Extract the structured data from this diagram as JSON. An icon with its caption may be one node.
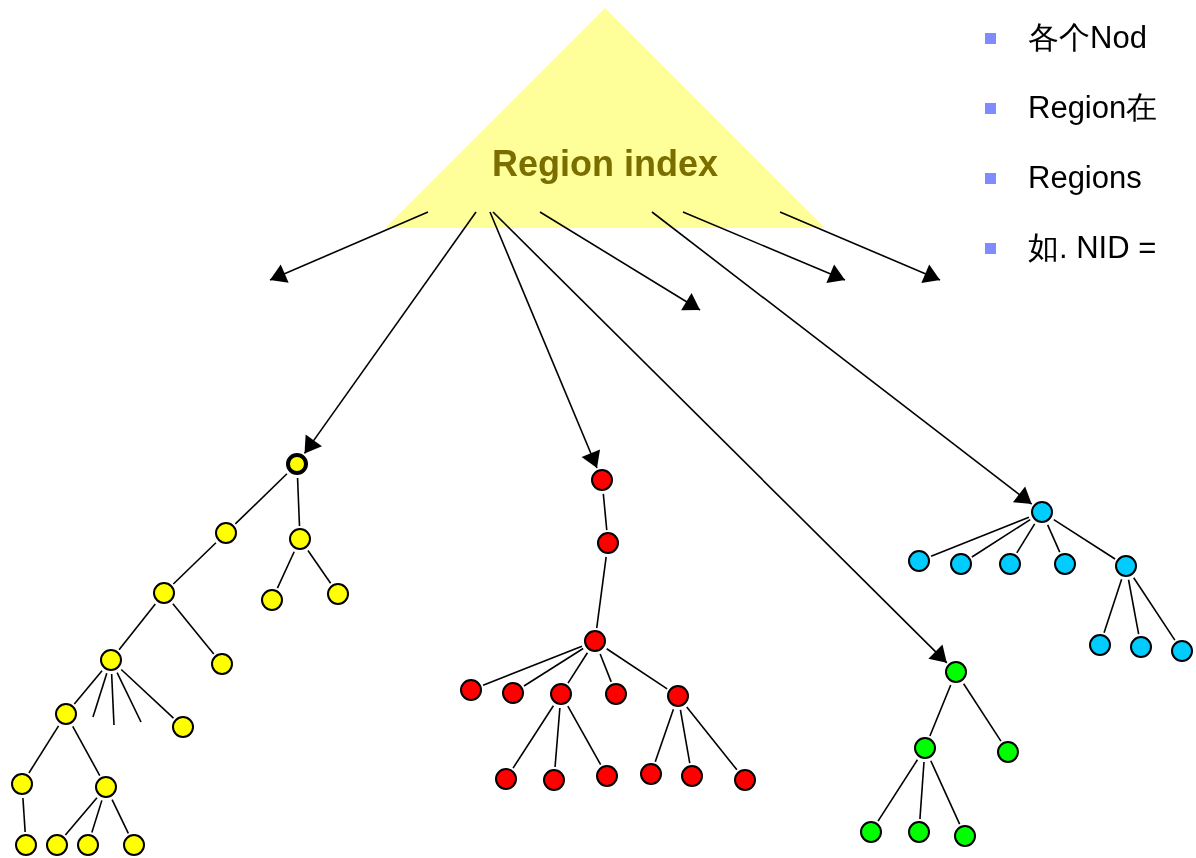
{
  "diagram": {
    "nodes": [
      {
        "text": [
          "Region index"
        ]
      },
      {
        "text": [],
        "shape": "circle"
      },
      {
        "text": [],
        "shape": "circle"
      },
      {
        "text": [],
        "shape": "circle"
      },
      {
        "text": [],
        "shape": "circle"
      },
      {
        "text": [],
        "shape": "circle"
      },
      {
        "text": [],
        "shape": "circle"
      },
      {
        "text": [],
        "shape": "circle"
      },
      {
        "text": [],
        "shape": "circle"
      },
      {
        "text": [],
        "shape": "circle"
      },
      {
        "text": [],
        "shape": "circle"
      },
      {
        "text": [],
        "shape": "circle"
      },
      {
        "text": [],
        "shape": "circle"
      },
      {
        "text": [],
        "shape": "circle"
      },
      {
        "text": [],
        "shape": "circle"
      },
      {
        "text": [],
        "shape": "circle"
      },
      {
        "text": [],
        "shape": "circle"
      },
      {
        "text": [],
        "shape": "circle"
      },
      {
        "text": [],
        "shape": "circle"
      },
      {
        "text": [],
        "shape": "circle"
      },
      {
        "text": [],
        "shape": "circle"
      },
      {
        "text": [],
        "shape": "circle"
      },
      {
        "text": [],
        "shape": "circle"
      },
      {
        "text": [],
        "shape": "circle"
      },
      {
        "text": [],
        "shape": "circle"
      },
      {
        "text": [],
        "shape": "circle"
      },
      {
        "text": [],
        "shape": "circle"
      },
      {
        "text": [],
        "shape": "circle"
      },
      {
        "text": [],
        "shape": "circle"
      },
      {
        "text": [],
        "shape": "circle"
      },
      {
        "text": [],
        "shape": "circle"
      },
      {
        "text": [],
        "shape": "circle"
      },
      {
        "text": [],
        "shape": "circle"
      },
      {
        "text": [],
        "shape": "circle"
      },
      {
        "text": [],
        "shape": "circle"
      },
      {
        "text": [],
        "shape": "circle"
      },
      {
        "text": [],
        "shape": "circle"
      },
      {
        "text": [],
        "shape": "circle"
      },
      {
        "text": [],
        "shape": "circle"
      },
      {
        "text": [],
        "shape": "circle"
      },
      {
        "text": [],
        "shape": "circle"
      },
      {
        "text": [],
        "shape": "circle"
      },
      {
        "text": [],
        "shape": "circle"
      },
      {
        "text": [],
        "shape": "circle"
      },
      {
        "text": [],
        "shape": "circle"
      },
      {
        "text": [],
        "shape": "circle"
      }
    ],
    "edges": [
      {
        "from": 0,
        "to": null,
        "arrow": "to"
      },
      {
        "from": 0,
        "to": 1,
        "arrow": "to"
      },
      {
        "from": 0,
        "to": 17,
        "arrow": "to"
      },
      {
        "from": 0,
        "to": 40,
        "arrow": "to"
      },
      {
        "from": 0,
        "to": null,
        "arrow": "to"
      },
      {
        "from": 0,
        "to": 31,
        "arrow": "to"
      },
      {
        "from": 0,
        "to": null,
        "arrow": "to"
      },
      {
        "from": 0,
        "to": null,
        "arrow": "to"
      },
      {
        "from": 1,
        "to": 2,
        "arrow": "none"
      },
      {
        "from": 1,
        "to": 3,
        "arrow": "none"
      },
      {
        "from": 3,
        "to": 4,
        "arrow": "none"
      },
      {
        "from": 3,
        "to": 5,
        "arrow": "none"
      },
      {
        "from": 2,
        "to": 6,
        "arrow": "none"
      },
      {
        "from": 6,
        "to": 7,
        "arrow": "none"
      },
      {
        "from": 6,
        "to": 8,
        "arrow": "none"
      },
      {
        "from": 7,
        "to": 9,
        "arrow": "none"
      },
      {
        "from": 7,
        "to": null,
        "arrow": "none"
      },
      {
        "from": 7,
        "to": null,
        "arrow": "none"
      },
      {
        "from": 7,
        "to": null,
        "arrow": "none"
      },
      {
        "from": 7,
        "to": 10,
        "arrow": "none"
      },
      {
        "from": 9,
        "to": 11,
        "arrow": "none"
      },
      {
        "from": 9,
        "to": 12,
        "arrow": "none"
      },
      {
        "from": 11,
        "to": 13,
        "arrow": "none"
      },
      {
        "from": 12,
        "to": 14,
        "arrow": "none"
      },
      {
        "from": 12,
        "to": 15,
        "arrow": "none"
      },
      {
        "from": 12,
        "to": 16,
        "arrow": "none"
      },
      {
        "from": 17,
        "to": 18,
        "arrow": "none"
      },
      {
        "from": 18,
        "to": 19,
        "arrow": "none"
      },
      {
        "from": 19,
        "to": 20,
        "arrow": "none"
      },
      {
        "from": 19,
        "to": 21,
        "arrow": "none"
      },
      {
        "from": 19,
        "to": 22,
        "arrow": "none"
      },
      {
        "from": 19,
        "to": 23,
        "arrow": "none"
      },
      {
        "from": 19,
        "to": 24,
        "arrow": "none"
      },
      {
        "from": 22,
        "to": 25,
        "arrow": "none"
      },
      {
        "from": 22,
        "to": 26,
        "arrow": "none"
      },
      {
        "from": 22,
        "to": 27,
        "arrow": "none"
      },
      {
        "from": 24,
        "to": 28,
        "arrow": "none"
      },
      {
        "from": 24,
        "to": 29,
        "arrow": "none"
      },
      {
        "from": 24,
        "to": 30,
        "arrow": "none"
      },
      {
        "from": 31,
        "to": 32,
        "arrow": "none"
      },
      {
        "from": 31,
        "to": 33,
        "arrow": "none"
      },
      {
        "from": 31,
        "to": 34,
        "arrow": "none"
      },
      {
        "from": 31,
        "to": 35,
        "arrow": "none"
      },
      {
        "from": 31,
        "to": 36,
        "arrow": "none"
      },
      {
        "from": 36,
        "to": 37,
        "arrow": "none"
      },
      {
        "from": 36,
        "to": 38,
        "arrow": "none"
      },
      {
        "from": 36,
        "to": 39,
        "arrow": "none"
      },
      {
        "from": 40,
        "to": 41,
        "arrow": "none"
      },
      {
        "from": 40,
        "to": 42,
        "arrow": "none"
      },
      {
        "from": 41,
        "to": 43,
        "arrow": "none"
      },
      {
        "from": 41,
        "to": 44,
        "arrow": "none"
      },
      {
        "from": 41,
        "to": 45,
        "arrow": "none"
      }
    ],
    "labels": [
      "各个Nod",
      "Region在",
      "Regions",
      "如. NID ="
    ]
  }
}
